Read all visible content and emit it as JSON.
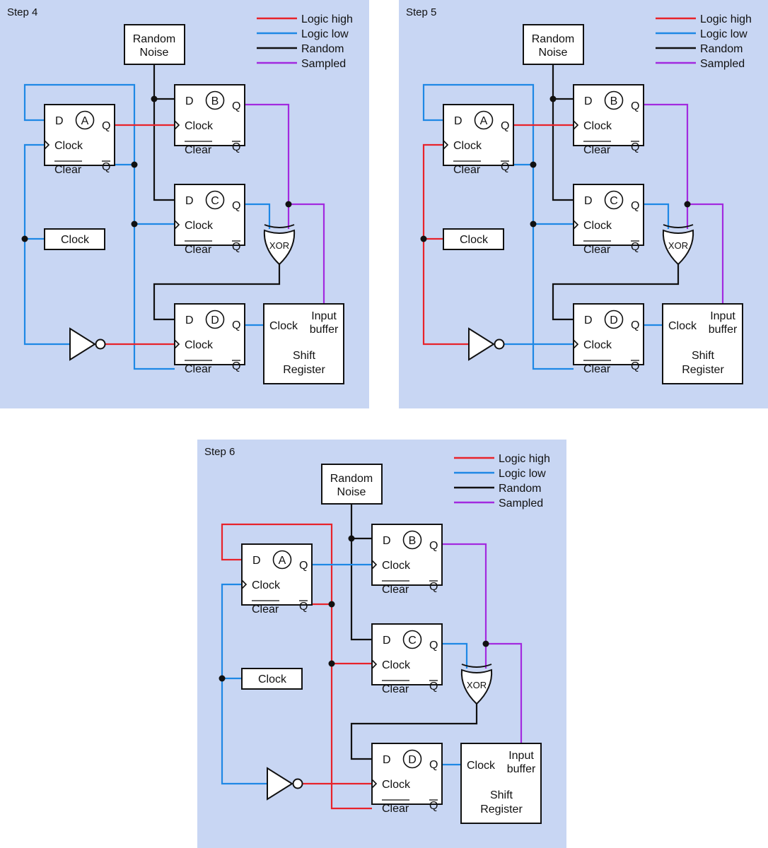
{
  "colors": {
    "background": "#c8d6f3",
    "logic_high": "#e8232a",
    "logic_low": "#1e88e5",
    "random": "#111111",
    "sampled": "#a22adf",
    "box_fill": "#ffffff",
    "box_stroke": "#111111"
  },
  "legend": [
    {
      "label": "Logic high",
      "color_key": "logic_high"
    },
    {
      "label": "Logic low",
      "color_key": "logic_low"
    },
    {
      "label": "Random",
      "color_key": "random"
    },
    {
      "label": "Sampled",
      "color_key": "sampled"
    }
  ],
  "labels": {
    "random_noise_1": "Random",
    "random_noise_2": "Noise",
    "clock_box": "Clock",
    "d": "D",
    "q": "Q",
    "qbar": "Q",
    "clock": "Clock",
    "clear": "Clear",
    "xor": "XOR",
    "sr_clock": "Clock",
    "sr_input_1": "Input",
    "sr_input_2": "buffer",
    "sr_title_1": "Shift",
    "sr_title_2": "Register",
    "ff_a": "A",
    "ff_b": "B",
    "ff_c": "C",
    "ff_d": "D"
  },
  "panels": [
    {
      "title": "Step 4",
      "state": {
        "a_feedback": "logic_low",
        "a_clock": "logic_low",
        "a_q": "logic_high",
        "a_qbar": "logic_low",
        "c_clock": "logic_low",
        "d_clear": "logic_low",
        "d_clock": "logic_high",
        "c_q": "logic_low",
        "d_q": "logic_low"
      }
    },
    {
      "title": "Step 5",
      "state": {
        "a_feedback": "logic_low",
        "a_clock": "logic_high",
        "a_q": "logic_high",
        "a_qbar": "logic_low",
        "c_clock": "logic_low",
        "d_clear": "logic_low",
        "d_clock": "logic_low",
        "c_q": "logic_low",
        "d_q": "logic_low"
      }
    },
    {
      "title": "Step 6",
      "state": {
        "a_feedback": "logic_high",
        "a_clock": "logic_low",
        "a_q": "logic_low",
        "a_qbar": "logic_high",
        "c_clock": "logic_high",
        "d_clear": "logic_high",
        "d_clock": "logic_high",
        "c_q": "logic_low",
        "d_q": "logic_low"
      }
    }
  ]
}
